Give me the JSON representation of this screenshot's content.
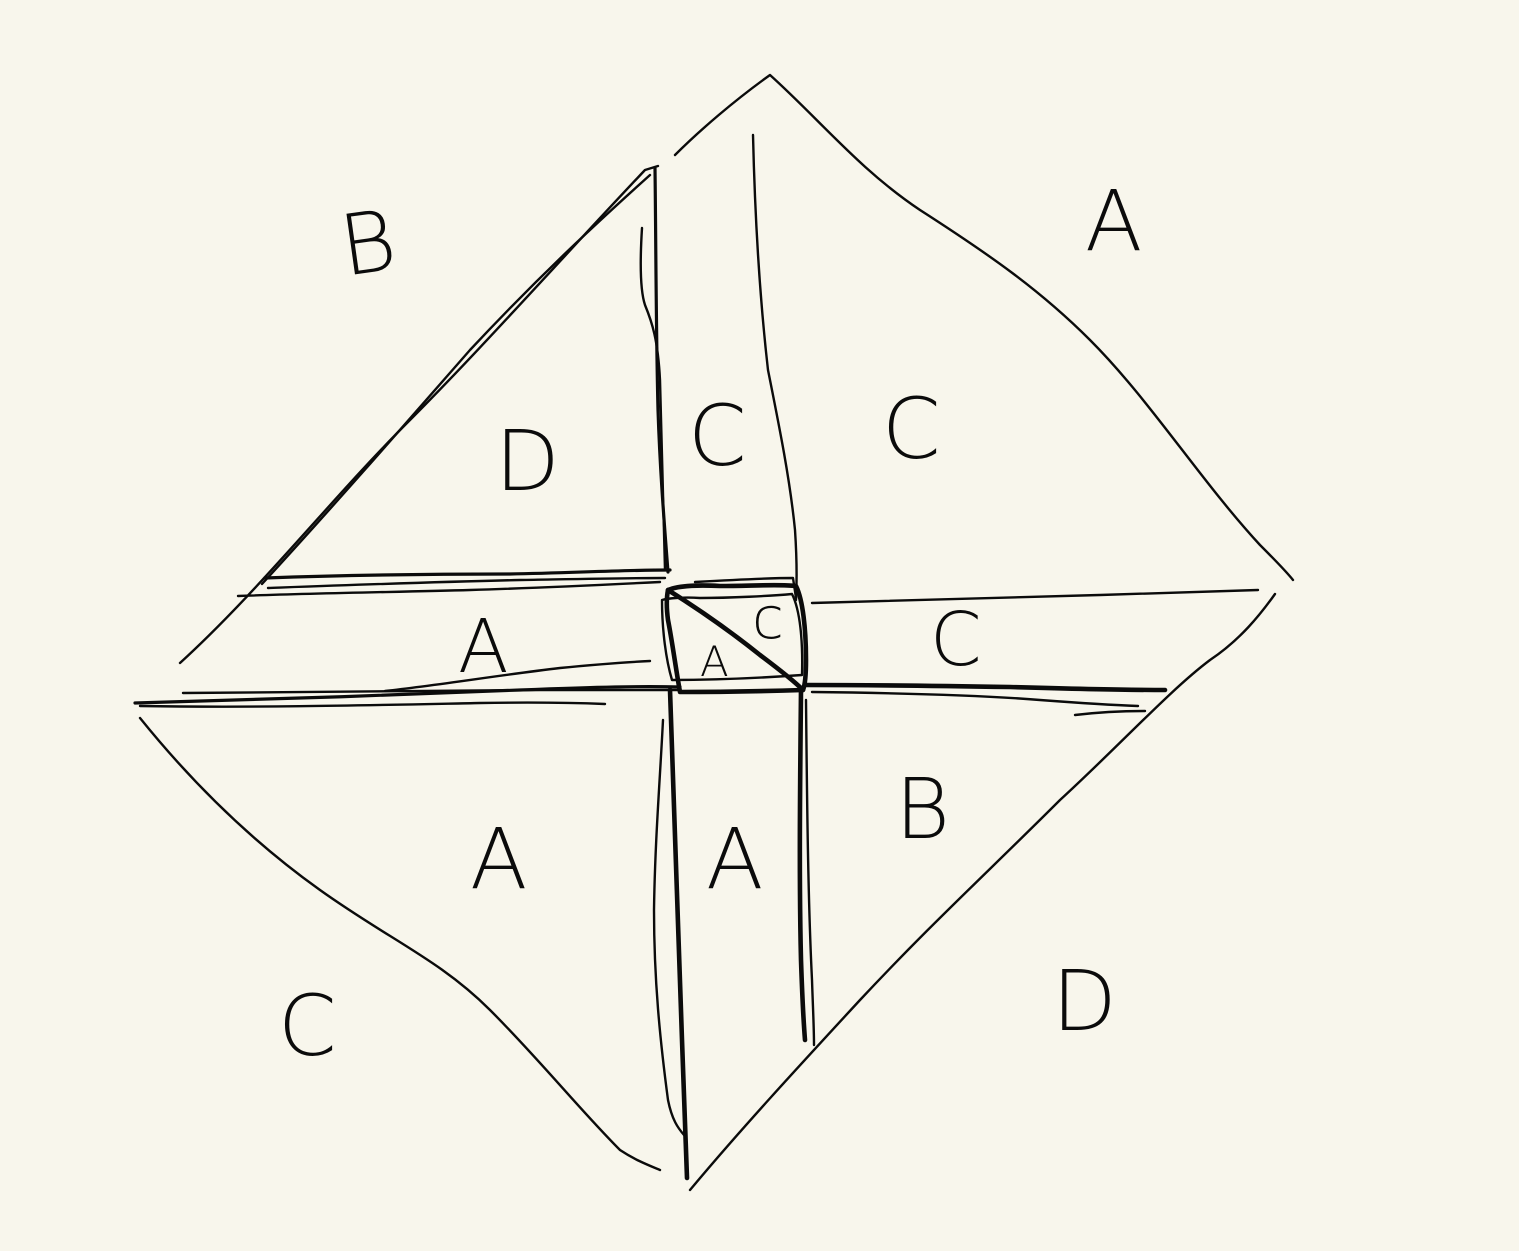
{
  "diagram": {
    "background": "#f8f6ec",
    "ink": "#0b0b0b",
    "labels": {
      "outer_top_left": "B",
      "outer_top_right": "A",
      "outer_bottom_left": "C",
      "outer_bottom_right": "D",
      "quad_top_left": "D",
      "strip_top": "C",
      "quad_top_right": "C",
      "strip_left": "A",
      "center_upper": "c",
      "center_lower": "A",
      "strip_right": "C",
      "quad_bottom_left": "A",
      "strip_bottom": "A",
      "quad_bottom_right": "B"
    }
  }
}
